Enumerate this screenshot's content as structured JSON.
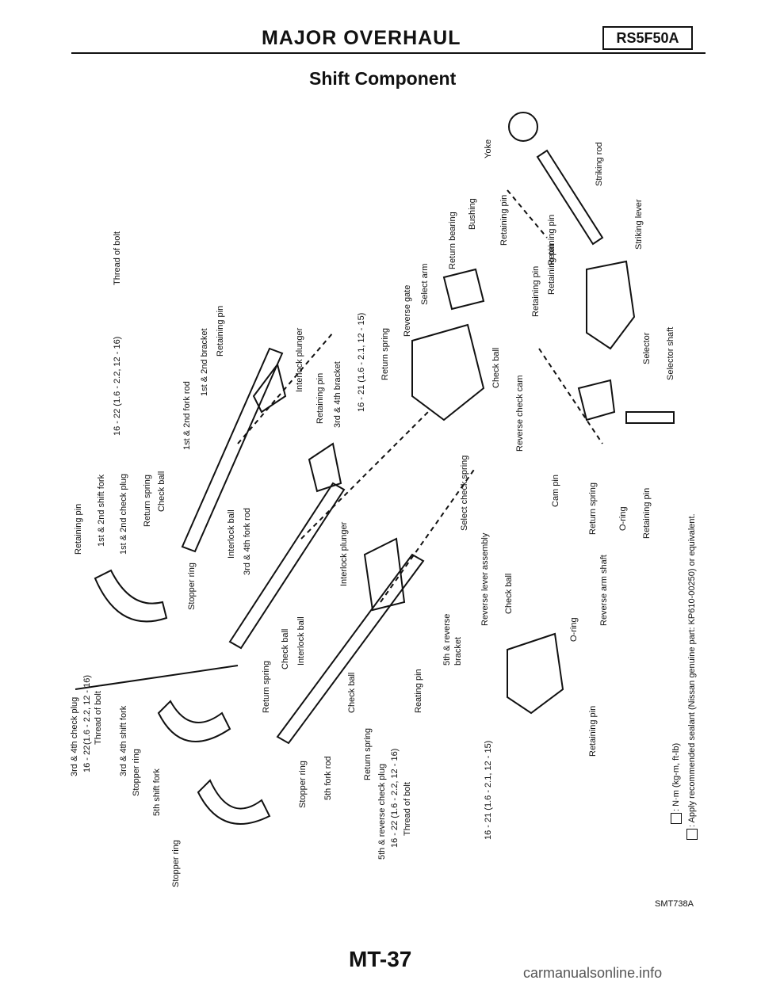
{
  "header": {
    "section": "MAJOR OVERHAUL",
    "model": "RS5F50A"
  },
  "title": "Shift Component",
  "page_number": "MT-37",
  "figure_code": "SMT738A",
  "watermark": "carmanualsonline.info",
  "labels": {
    "retaining_pin_top": "Retaining pin",
    "first_second_shift_fork": "1st & 2nd shift fork",
    "first_second_check_plug": "1st & 2nd check plug",
    "return_spring_a": "Return spring",
    "check_ball_a": "Check ball",
    "first_second_fork_rod": "1st & 2nd fork rod",
    "first_second_bracket": "1st & 2nd bracket",
    "retaining_pin_bracket": "Retaining pin",
    "torque_thread_bolt_top": "16 - 22 (1.6 - 2.2, 12 - 16)",
    "thread_of_bolt_top": "Thread of bolt",
    "interlock_ball_a": "Interlock ball",
    "third_fourth_fork_rod": "3rd & 4th fork rod",
    "interlock_plunger_a": "Interlock plunger",
    "retaining_pin_mid": "Retaining pin",
    "third_fourth_bracket": "3rd & 4th bracket",
    "torque_bracket": "16 - 21 (1.6 - 2.1, 12 - 15)",
    "return_spring_b": "Return spring",
    "reverse_gate": "Reverse gate",
    "select_arm": "Select arm",
    "return_bearing": "Return bearing",
    "bushing": "Bushing",
    "retaining_pin_right": "Retaining pin",
    "yoke": "Yoke",
    "striking_rod": "Striking rod",
    "retaining_pin_right2": "Retaining pin",
    "striking_lever": "Striking lever",
    "retaining_pin_right3": "Retaining pin",
    "retaining_pin_right4": "Retaining pin",
    "check_ball_b": "Check ball",
    "reverse_check_cam": "Reverse check cam",
    "selector": "Selector",
    "selector_shaft": "Selector shaft",
    "cam_pin": "Cam pin",
    "return_spring_c": "Return spring",
    "o_ring_a": "O-ring",
    "retaining_pin_low": "Retaining pin",
    "select_check_spring": "Select check spring",
    "third_fourth_check_plug": "3rd & 4th check plug",
    "torque_3_4_plug": "16 - 22",
    "torque_3_4_plug_b": "(1.6 - 2.2, 12 - 16)",
    "thread_of_bolt_3_4": "Thread of bolt",
    "third_fourth_shift_fork": "3rd & 4th shift fork",
    "stopper_ring_a": "Stopper ring",
    "fifth_shift_fork": "5th shift fork",
    "stopper_ring_b": "Stopper ring",
    "stopper_ring_c": "Stopper ring",
    "return_spring_d": "Return spring",
    "check_ball_c": "Check ball",
    "interlock_ball_b": "Interlock ball",
    "interlock_plunger_b": "Interlock plunger",
    "stopper_ring_d": "Stopper ring",
    "fifth_fork_rod": "5th fork rod",
    "check_ball_d": "Check ball",
    "return_spring_e": "Return spring",
    "fifth_reverse_check_plug": "5th & reverse check plug",
    "torque_5_rev_plug": "16 - 22 (1.6 - 2.2, 12 - 16)",
    "thread_of_bolt_5_rev": "Thread of bolt",
    "reating_pin": "Reating pin",
    "fifth_reverse_bracket": "5th & reverse",
    "fifth_reverse_bracket_b": "bracket",
    "reverse_lever_assembly": "Reverse lever assembly",
    "check_ball_e": "Check ball",
    "o_ring_b": "O-ring",
    "reverse_arm_shaft": "Reverse arm shaft",
    "retaining_pin_bottom": "Retaining pin",
    "torque_bottom": "16 - 21 (1.6 - 2.1, 12 - 15)"
  },
  "legend": {
    "torque_unit": ": N·m (kg-m, ft-lb)",
    "sealant": ": Apply recommended sealant (Nissan genuine part: KP610-00250) or equivalent."
  }
}
